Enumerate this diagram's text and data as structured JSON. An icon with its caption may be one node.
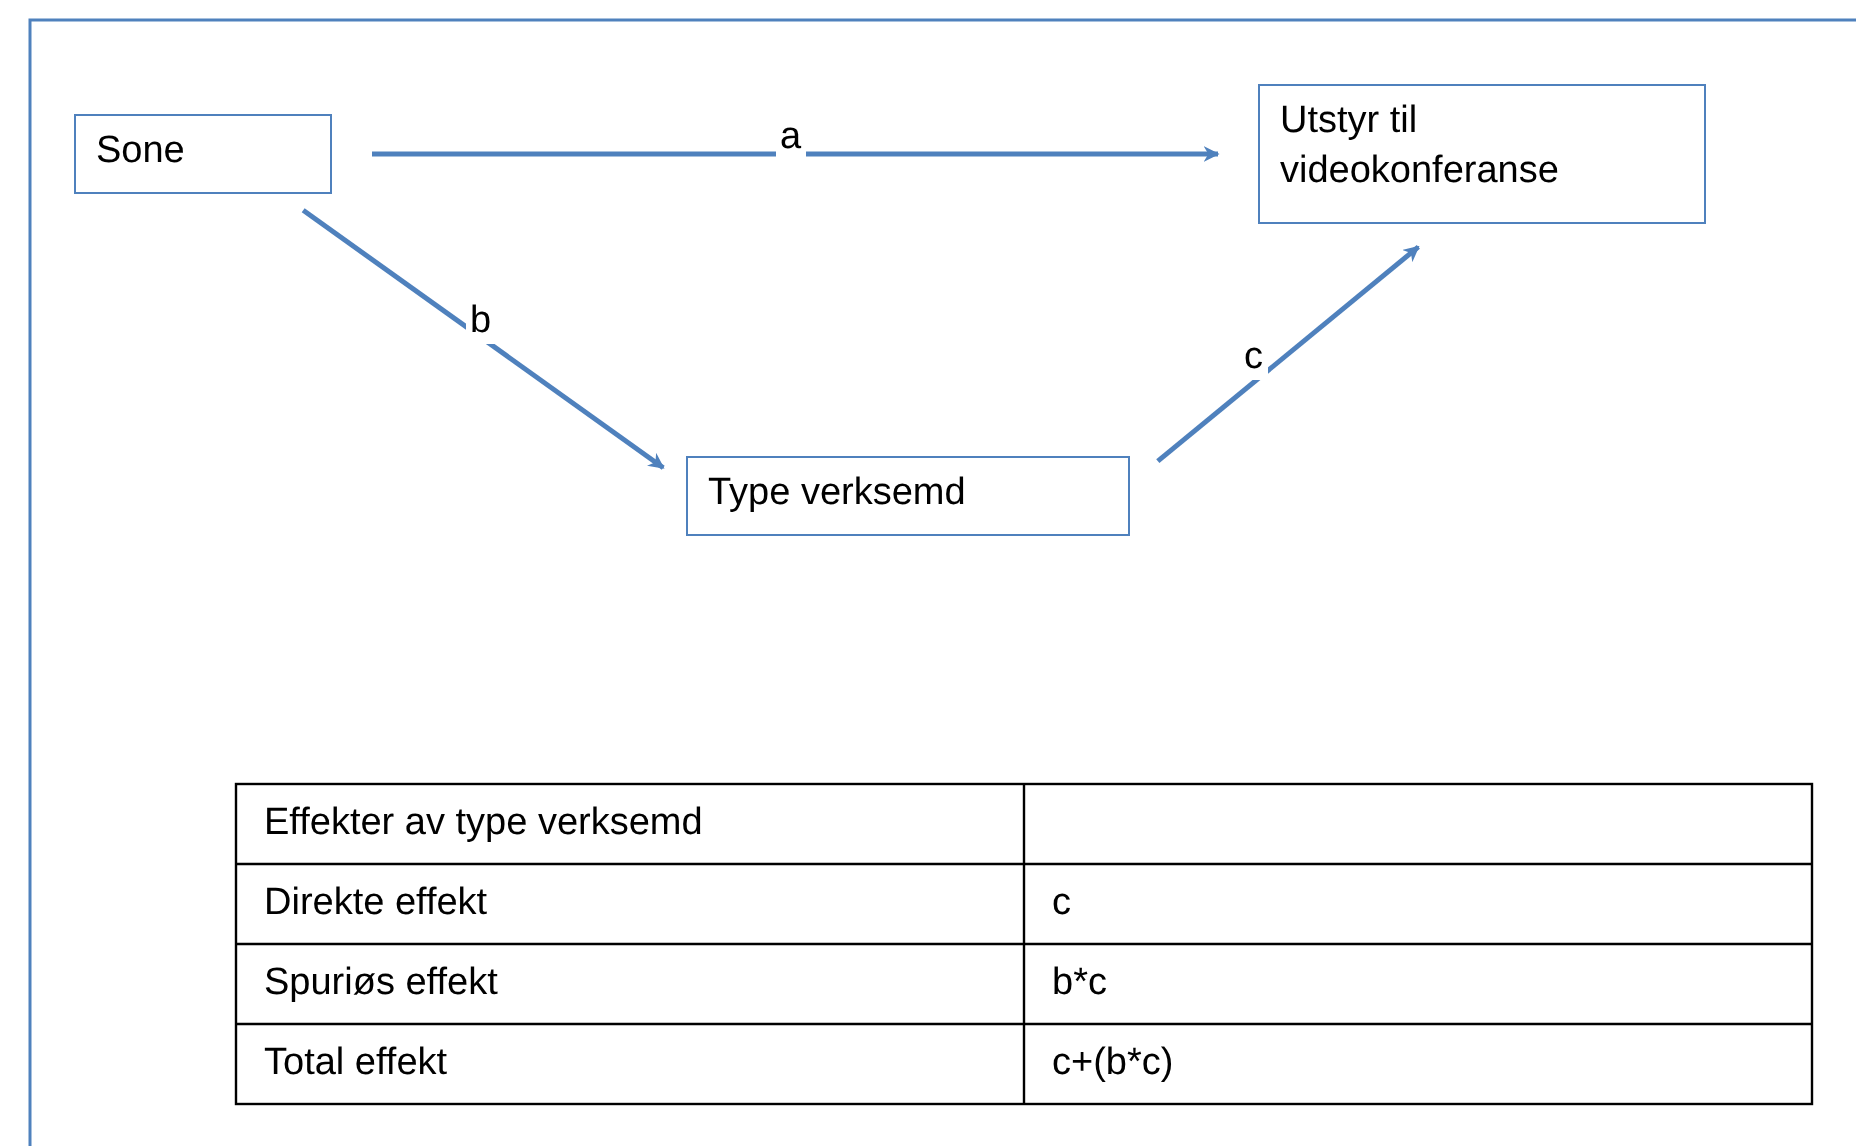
{
  "diagram": {
    "nodes": [
      {
        "text": [
          "Sone"
        ]
      },
      {
        "text": [
          "Utstyr til videokonferanse"
        ]
      },
      {
        "text": [
          "Type verksemd"
        ]
      }
    ],
    "edges": [
      {
        "from": 0,
        "to": 1,
        "arrow": "to",
        "label": "a"
      },
      {
        "from": 0,
        "to": 2,
        "arrow": "to",
        "label": "b"
      },
      {
        "from": 2,
        "to": 1,
        "arrow": "to",
        "label": "c"
      }
    ],
    "labels": [
      "Effekter av type verksemd",
      "Direkte effekt",
      "c",
      "Spuriøs effekt",
      "b*c",
      "Total effekt",
      "c+(b*c)"
    ]
  }
}
